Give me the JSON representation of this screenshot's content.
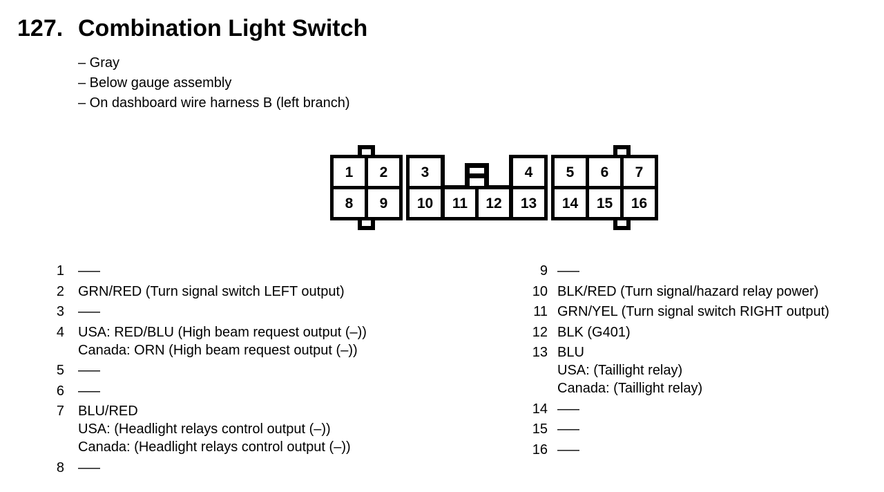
{
  "page": {
    "background": "#ffffff",
    "text_color": "#000000"
  },
  "header": {
    "section_number": "127.",
    "title": "Combination Light Switch",
    "notes": [
      "– Gray",
      "– Below gauge assembly",
      "– On dashboard wire harness B (left branch)"
    ]
  },
  "connector": {
    "pin_labels": [
      "1",
      "2",
      "3",
      "4",
      "5",
      "6",
      "7",
      "8",
      "9",
      "10",
      "11",
      "12",
      "13",
      "14",
      "15",
      "16"
    ]
  },
  "pin_table": {
    "left": [
      {
        "num": "1",
        "lines": [
          "—"
        ]
      },
      {
        "num": "2",
        "lines": [
          "GRN/RED (Turn signal switch LEFT output)"
        ]
      },
      {
        "num": "3",
        "lines": [
          "—"
        ]
      },
      {
        "num": "4",
        "lines": [
          "USA: RED/BLU (High beam request output (–))",
          "Canada: ORN (High beam request output (–))"
        ]
      },
      {
        "num": "5",
        "lines": [
          "—"
        ]
      },
      {
        "num": "6",
        "lines": [
          "—"
        ]
      },
      {
        "num": "7",
        "lines": [
          "BLU/RED",
          "USA: (Headlight relays control output (–))",
          "Canada: (Headlight relays control output (–))"
        ]
      },
      {
        "num": "8",
        "lines": [
          "—"
        ]
      }
    ],
    "right": [
      {
        "num": "9",
        "lines": [
          "—"
        ]
      },
      {
        "num": "10",
        "lines": [
          "BLK/RED (Turn signal/hazard relay power)"
        ]
      },
      {
        "num": "11",
        "lines": [
          "GRN/YEL (Turn signal switch RIGHT output)"
        ]
      },
      {
        "num": "12",
        "lines": [
          "BLK (G401)"
        ]
      },
      {
        "num": "13",
        "lines": [
          "BLU",
          "USA: (Taillight relay)",
          "Canada: (Taillight relay)"
        ]
      },
      {
        "num": "14",
        "lines": [
          "—"
        ]
      },
      {
        "num": "15",
        "lines": [
          "—"
        ]
      },
      {
        "num": "16",
        "lines": [
          "—"
        ]
      }
    ]
  }
}
